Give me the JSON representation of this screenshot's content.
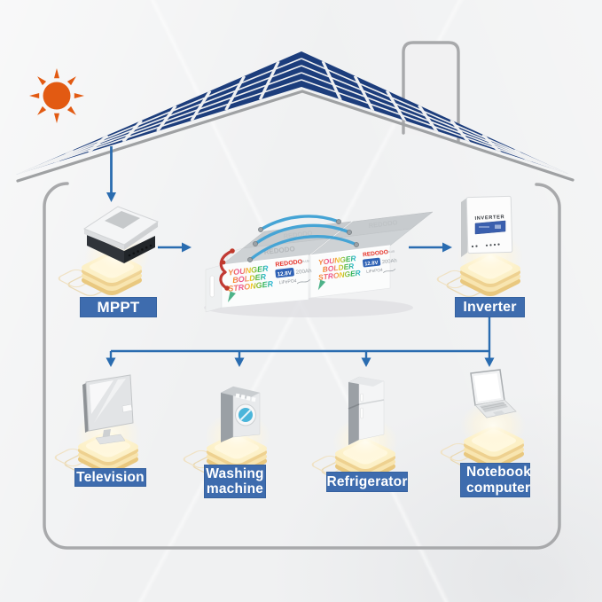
{
  "labels": {
    "mppt": "MPPT",
    "inverter": "Inverter",
    "television": "Television",
    "washing_line1": "Washing",
    "washing_line2": "machine",
    "refrigerator": "Refrigerator",
    "notebook_line1": "Notebook",
    "notebook_line2": "computer"
  },
  "inverter_device": {
    "panel_text": "INVERTER"
  },
  "battery": {
    "brand": "REDODO",
    "brand_suffix": "PLUS",
    "voltage": "12.8V",
    "capacity": "200Ah",
    "chemistry": "LiFePO4",
    "slogan_lines": [
      "YOUNGER",
      "BOLDER",
      "STRONGER"
    ]
  },
  "colors": {
    "background": "#f0f1f2",
    "label_blue": "#3e6cae",
    "label_border": "#35619f",
    "arrow_blue": "#2a6cb0",
    "panel_navy": "#1c3d7c",
    "outline_gray": "#a5a6a8",
    "sun_orange": "#e25a12",
    "platform_cream": "#fcf0c6",
    "cable_blue": "#45a4d5",
    "cable_red": "#c13a34",
    "battery_chip_blue": "#2f62b5",
    "washer_door_blue": "#4ab5da"
  }
}
